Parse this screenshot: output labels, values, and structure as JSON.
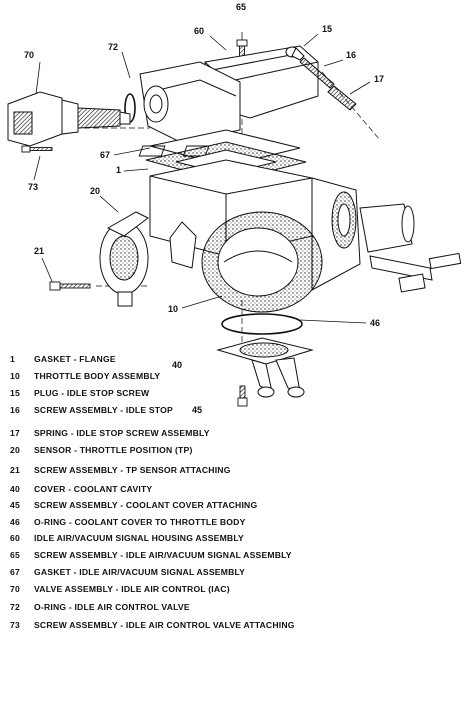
{
  "diagram": {
    "callouts": [
      {
        "key": "c65",
        "text": "65"
      },
      {
        "key": "c60",
        "text": "60"
      },
      {
        "key": "c72",
        "text": "72"
      },
      {
        "key": "c70",
        "text": "70"
      },
      {
        "key": "c15",
        "text": "15"
      },
      {
        "key": "c16",
        "text": "16"
      },
      {
        "key": "c17",
        "text": "17"
      },
      {
        "key": "c67",
        "text": "67"
      },
      {
        "key": "c1",
        "text": "1"
      },
      {
        "key": "c73",
        "text": "73"
      },
      {
        "key": "c20",
        "text": "20"
      },
      {
        "key": "c21",
        "text": "21"
      },
      {
        "key": "c10",
        "text": "10"
      },
      {
        "key": "c46",
        "text": "46"
      },
      {
        "key": "c40",
        "text": "40"
      },
      {
        "key": "c45",
        "text": "45"
      }
    ]
  },
  "legend": [
    {
      "num": "1",
      "desc": "GASKET - FLANGE"
    },
    {
      "num": "10",
      "desc": "THROTTLE BODY ASSEMBLY"
    },
    {
      "num": "15",
      "desc": "PLUG - IDLE STOP SCREW"
    },
    {
      "num": "16",
      "desc": "SCREW ASSEMBLY - IDLE STOP"
    },
    {
      "num": "17",
      "desc": "SPRING - IDLE STOP SCREW ASSEMBLY"
    },
    {
      "num": "20",
      "desc": "SENSOR - THROTTLE POSITION (TP)"
    },
    {
      "num": "21",
      "desc": "SCREW ASSEMBLY - TP SENSOR ATTACHING"
    },
    {
      "num": "40",
      "desc": "COVER - COOLANT CAVITY"
    },
    {
      "num": "45",
      "desc": "SCREW ASSEMBLY - COOLANT COVER ATTACHING"
    },
    {
      "num": "46",
      "desc": "O-RING - COOLANT COVER TO THROTTLE BODY"
    },
    {
      "num": "60",
      "desc": "IDLE AIR/VACUUM SIGNAL HOUSING ASSEMBLY"
    },
    {
      "num": "65",
      "desc": "SCREW ASSEMBLY - IDLE AIR/VACUUM SIGNAL ASSEMBLY"
    },
    {
      "num": "67",
      "desc": "GASKET - IDLE AIR/VACUUM SIGNAL ASSEMBLY"
    },
    {
      "num": "70",
      "desc": "VALVE ASSEMBLY - IDLE AIR CONTROL (IAC)"
    },
    {
      "num": "72",
      "desc": "O-RING - IDLE AIR CONTROL VALVE"
    },
    {
      "num": "73",
      "desc": "SCREW ASSEMBLY - IDLE AIR CONTROL VALVE ATTACHING"
    }
  ]
}
